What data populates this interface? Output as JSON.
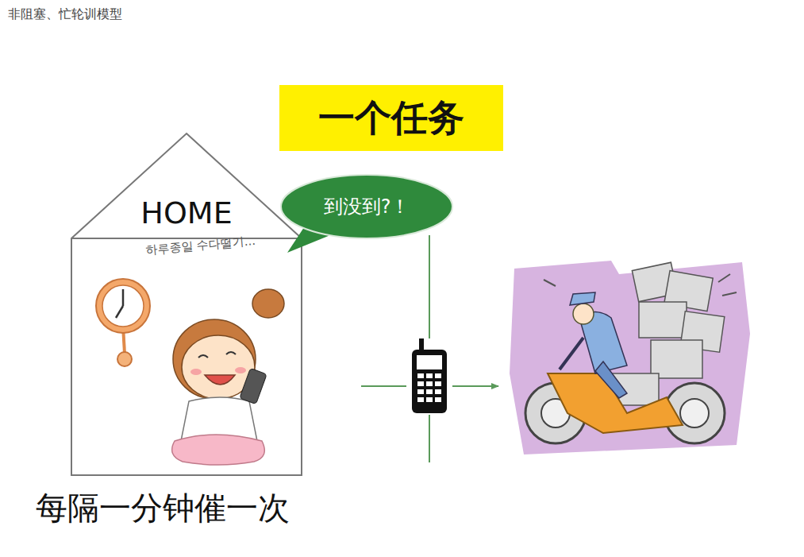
{
  "diagram": {
    "title": "非阻塞、忙轮训模型",
    "caption": "每隔一分钟催一次",
    "nodes": [
      {
        "text": [
          "一个任务"
        ]
      },
      {
        "text": [
          "HOME",
          "하루종일 수다떨기..."
        ]
      },
      {
        "text": [
          "到没到?！"
        ]
      }
    ]
  }
}
